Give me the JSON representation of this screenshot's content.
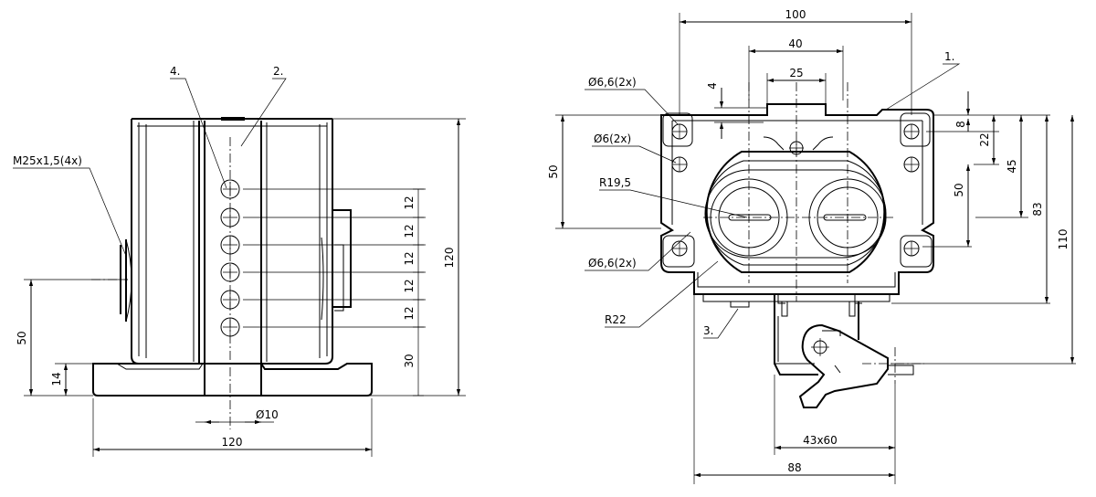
{
  "left_view": {
    "callouts": {
      "item4": "4.",
      "item2": "2.",
      "thread": "M25x1,5(4x)"
    },
    "dims": {
      "pitch": [
        "12",
        "12",
        "12",
        "12",
        "12"
      ],
      "base_to_first": "30",
      "height_total": "120",
      "height_50": "50",
      "height_14": "14",
      "width_120": "120",
      "dia_10": "Ø10"
    }
  },
  "right_view": {
    "callouts": {
      "item1": "1.",
      "item3": "3."
    },
    "dims": {
      "w100": "100",
      "w40": "40",
      "w25": "25",
      "w4": "4",
      "d66_top": "Ø6,6(2x)",
      "d6": "Ø6(2x)",
      "r195": "R19,5",
      "d66_bot": "Ø6,6(2x)",
      "r22": "R22",
      "h50_left": "50",
      "h8": "8",
      "h22": "22",
      "h45": "45",
      "h50_right": "50",
      "h83": "83",
      "h110": "110",
      "w43x60": "43x60",
      "w88": "88"
    }
  }
}
